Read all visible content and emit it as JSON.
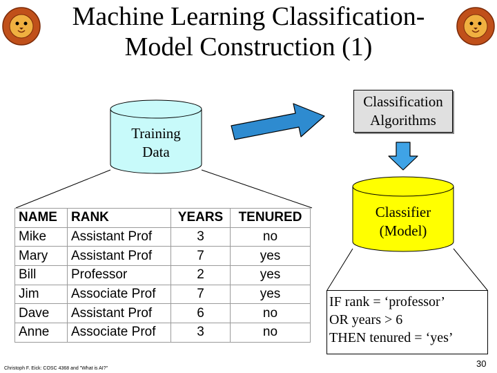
{
  "title": {
    "line1": "Machine Learning Classification-",
    "line2": "Model Construction (1)"
  },
  "training_data": {
    "line1": "Training",
    "line2": "Data"
  },
  "algorithms": {
    "line1": "Classification",
    "line2": "Algorithms"
  },
  "classifier": {
    "line1": "Classifier",
    "line2": "(Model)"
  },
  "table": {
    "headers": [
      "NAME",
      "RANK",
      "YEARS",
      "TENURED"
    ],
    "rows": [
      [
        "Mike",
        "Assistant Prof",
        "3",
        "no"
      ],
      [
        "Mary",
        "Assistant Prof",
        "7",
        "yes"
      ],
      [
        "Bill",
        "Professor",
        "2",
        "yes"
      ],
      [
        "Jim",
        "Associate Prof",
        "7",
        "yes"
      ],
      [
        "Dave",
        "Assistant Prof",
        "6",
        "no"
      ],
      [
        "Anne",
        "Associate Prof",
        "3",
        "no"
      ]
    ]
  },
  "rule": {
    "line1": "IF rank = ‘professor’",
    "line2": "OR years > 6",
    "line3": "THEN tenured = ‘yes’"
  },
  "footer": {
    "credit": "Christoph F. Eick: COSC 4368 and \"What is AI?\"",
    "page_number": "30"
  },
  "colors": {
    "training_cylinder": "#c8fafa",
    "classifier_cylinder": "#ffff00",
    "arrow_fill": "#2e8bd0",
    "down_arrow_fill": "#3fa3e6",
    "algorithms_box": "#e0e0e0"
  },
  "icons": {
    "logo": "lion-head-icon"
  }
}
